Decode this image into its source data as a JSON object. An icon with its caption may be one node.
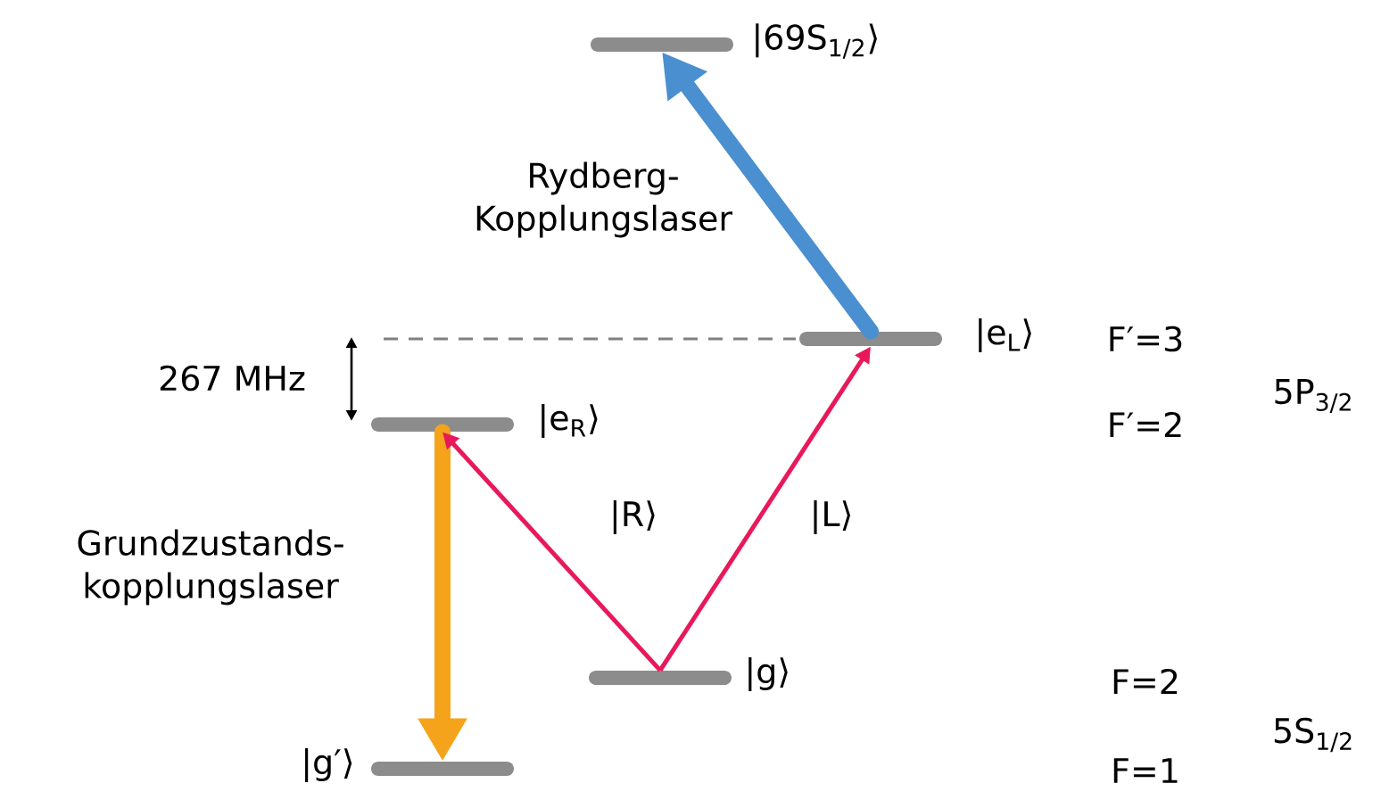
{
  "diagram": {
    "nodes": [
      {
        "text": [],
        "shape": "bar",
        "beside": [
          "|69S$_{1/2}$⟩"
        ]
      },
      {
        "text": [],
        "shape": "bar",
        "beside": [
          "|e$_{L}$⟩"
        ]
      },
      {
        "text": [],
        "shape": "bar",
        "beside": [
          "|e$_{R}$⟩"
        ]
      },
      {
        "text": [],
        "shape": "bar",
        "beside": [
          "|g⟩"
        ]
      },
      {
        "text": [],
        "shape": "bar",
        "beside": [
          "|g′⟩"
        ]
      }
    ],
    "edges": [
      {
        "from": 1,
        "to": 0,
        "arrow": "to",
        "label": "Rydberg- Kopplungslaser",
        "style": "thick",
        "color": "#4a8fcf"
      },
      {
        "from": 2,
        "to": 4,
        "arrow": "to",
        "label": "Grundzustands- kopplungslaser",
        "style": "thick",
        "color": "#f5a31a"
      },
      {
        "from": 3,
        "to": 2,
        "arrow": "to",
        "label": "|R⟩"
      },
      {
        "from": 3,
        "to": 1,
        "arrow": "to",
        "label": "|L⟩"
      }
    ],
    "labels": [
      "267 MHz",
      "F′=3",
      "F′=2",
      "5P$_{3/2}$",
      "F=2",
      "F=1",
      "5S$_{1/2}$"
    ]
  }
}
